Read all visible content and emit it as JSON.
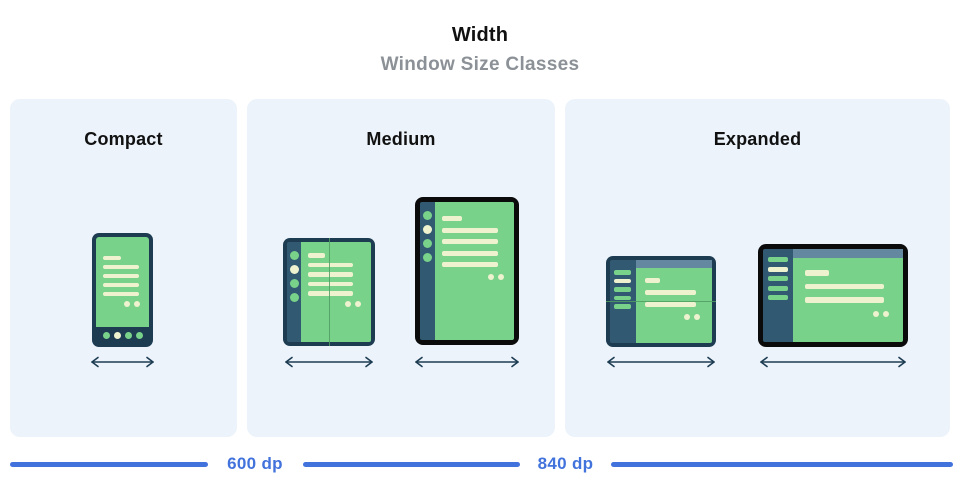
{
  "header": {
    "title": "Width",
    "subtitle": "Window Size Classes"
  },
  "panels": [
    {
      "label": "Compact",
      "devices": [
        "phone-portrait"
      ]
    },
    {
      "label": "Medium",
      "devices": [
        "foldable-portrait",
        "tablet-portrait"
      ]
    },
    {
      "label": "Expanded",
      "devices": [
        "foldable-landscape",
        "tablet-landscape"
      ]
    }
  ],
  "axis": {
    "labels": [
      "600 dp",
      "840 dp"
    ]
  },
  "icons": {
    "width_arrow": "double-headed-horizontal-arrow"
  },
  "colors": {
    "panel_bg": "#ecf3fb",
    "frame_navy": "#1d3c52",
    "rail_navy": "#315a72",
    "screen_green": "#79d28a",
    "fold_green": "#4f9e63",
    "content_cream": "#eef2cf",
    "topbar_slate": "#64889f",
    "frame_black": "#0b0b0b",
    "axis_blue": "#4273dc",
    "title_black": "#111111",
    "subtitle_gray": "#8b9196",
    "arrow_navy": "#1d3c52"
  }
}
